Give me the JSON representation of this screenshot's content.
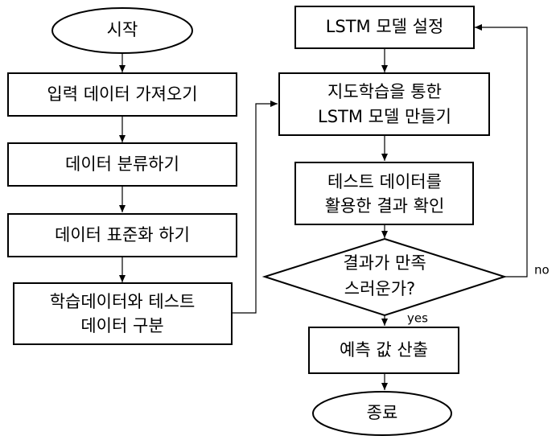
{
  "nodes": {
    "start": "시작",
    "import_data": "입력 데이터 가져오기",
    "classify_data": "데이터 분류하기",
    "standardize": "데이터 표준화 하기",
    "split": [
      "학습데이터와 테스트",
      "데이터 구분"
    ],
    "lstm_setup": "LSTM 모델 설정",
    "lstm_train": [
      "지도학습을 통한",
      "LSTM 모델 만들기"
    ],
    "test_check": [
      "테스트 데이터를",
      "활용한 결과 확인"
    ],
    "decision": [
      "결과가 만족",
      "스러운가?"
    ],
    "predict": "예측 값 산출",
    "end": "종료"
  },
  "edge_labels": {
    "no": "no",
    "yes": "yes"
  }
}
